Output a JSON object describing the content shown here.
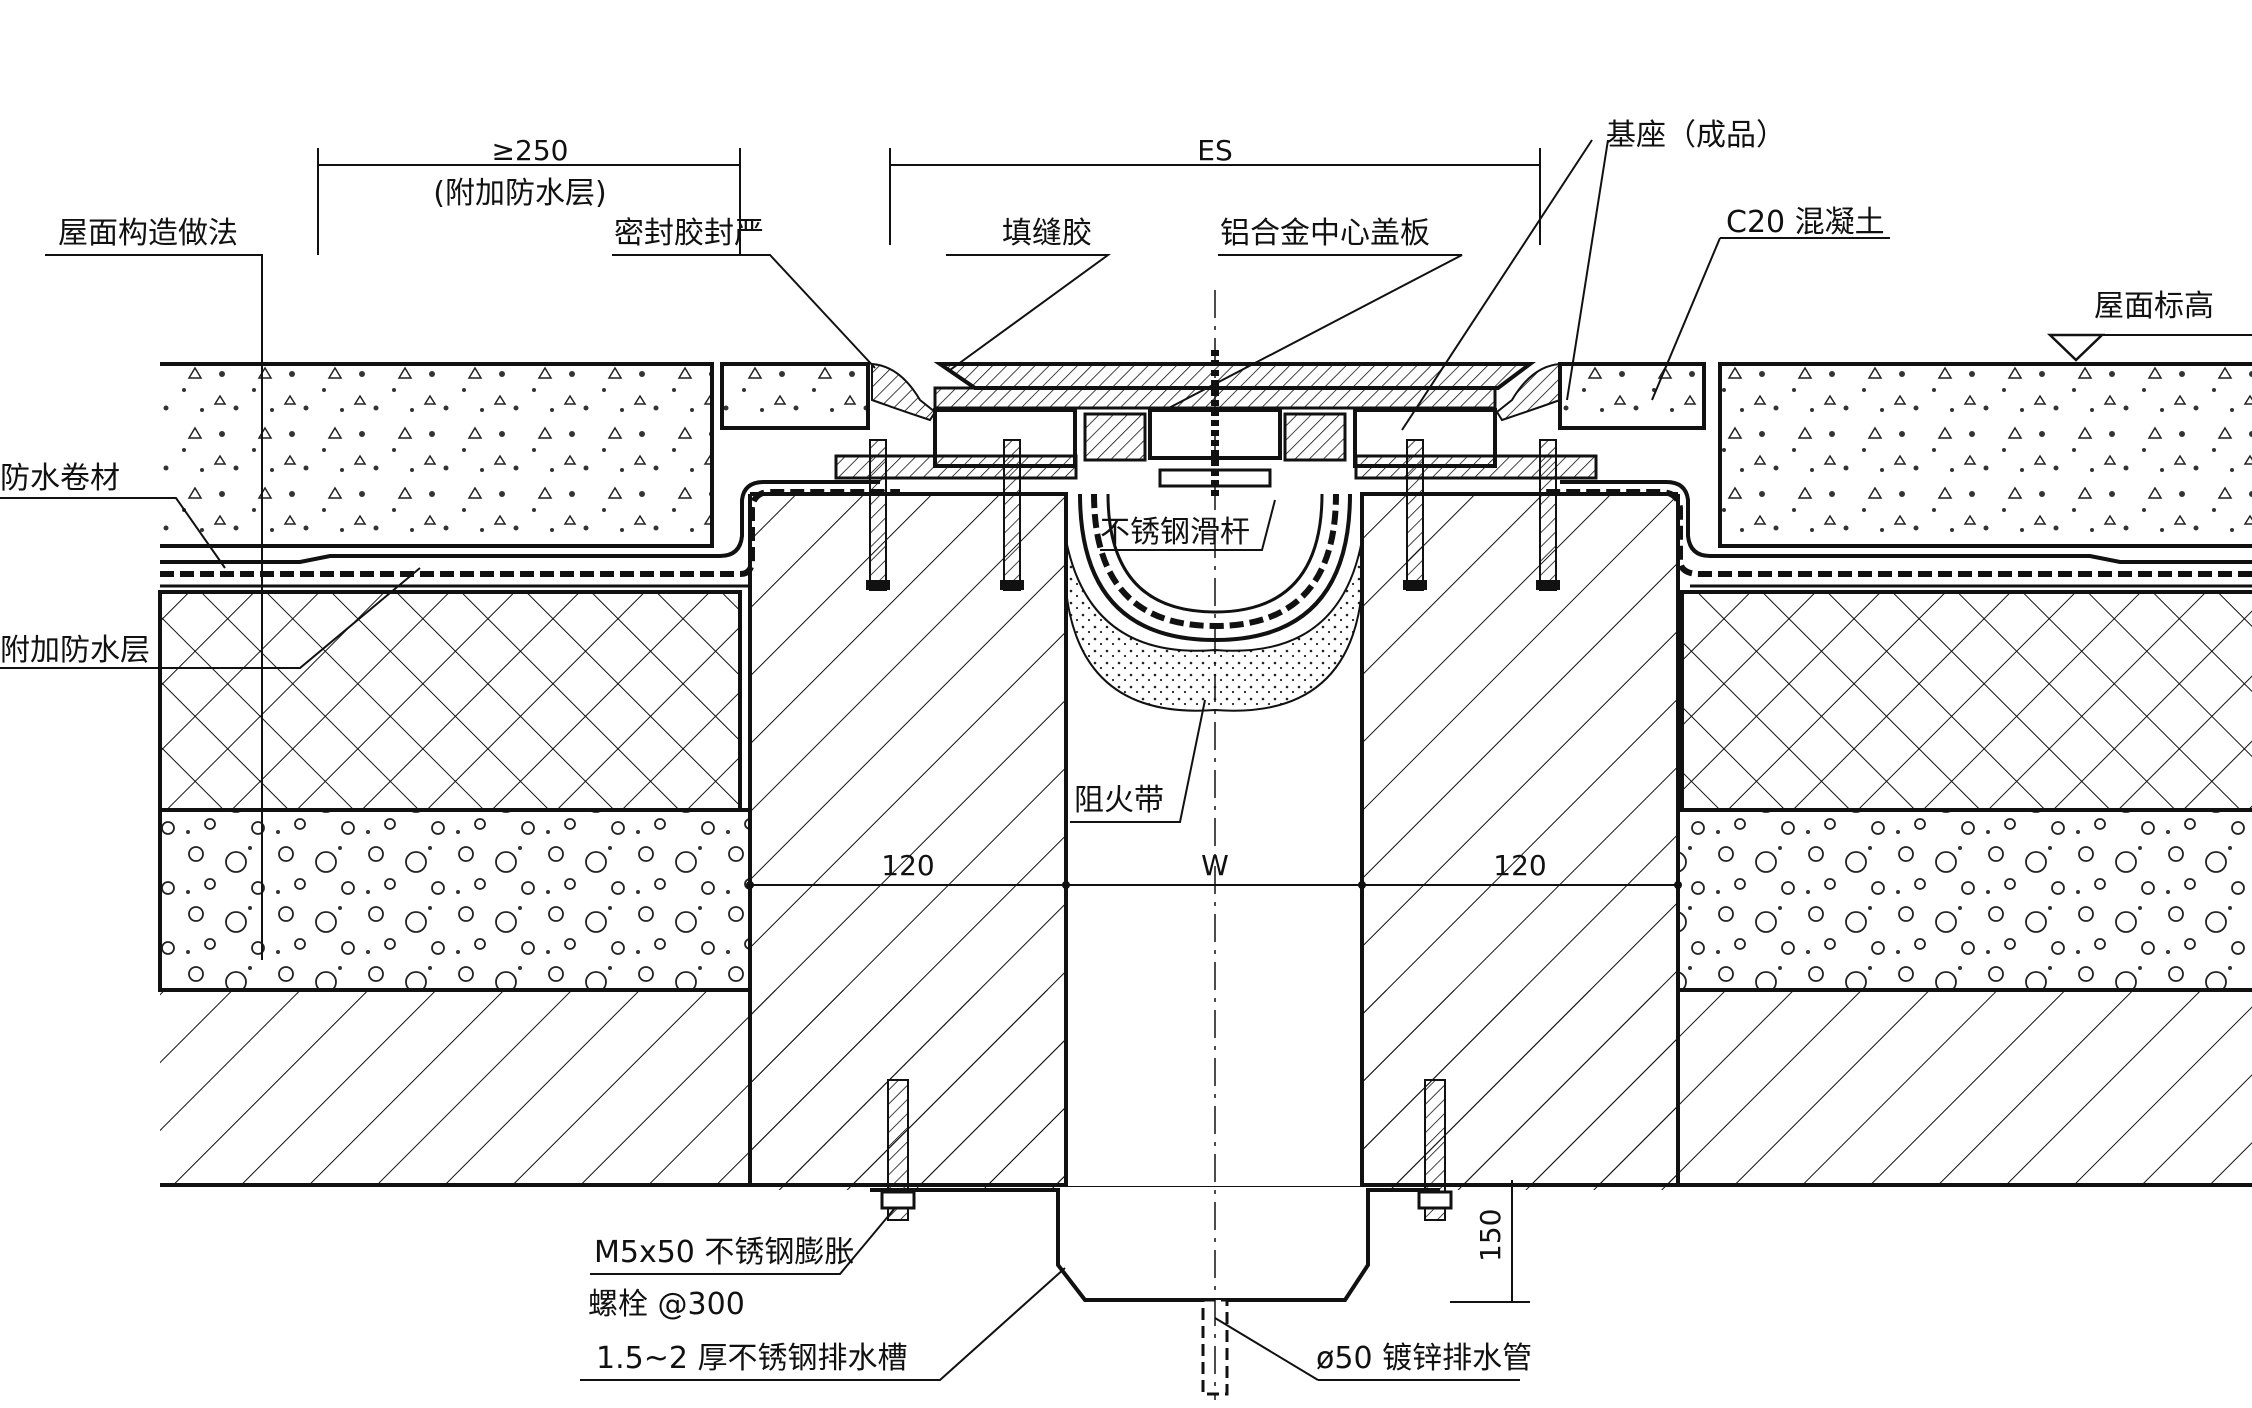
{
  "labels": {
    "dim_min_250": "≥250",
    "additional_layer_paren": "(附加防水层)",
    "dim_es": "ES",
    "base_finished": "基座（成品）",
    "roof_construction": "屋面构造做法",
    "sealant_seal": "密封胶封严",
    "joint_filler": "填缝胶",
    "aluminum_cover": "铝合金中心盖板",
    "c20_concrete": "C20 混凝土",
    "roof_elevation": "屋面标高",
    "waterproof_membrane": "防水卷材",
    "additional_waterproof": "附加防水层",
    "stainless_rod": "不锈钢滑杆",
    "fire_barrier": "阻火带",
    "dim_120_left": "120",
    "dim_w": "W",
    "dim_120_right": "120",
    "anchor_bolt_1": "M5x50 不锈钢膨胀",
    "anchor_bolt_2": "螺栓 @300",
    "drain_channel": "1.5~2 厚不锈钢排水槽",
    "drain_pipe": "ø50 镀锌排水管",
    "dim_150": "150"
  }
}
